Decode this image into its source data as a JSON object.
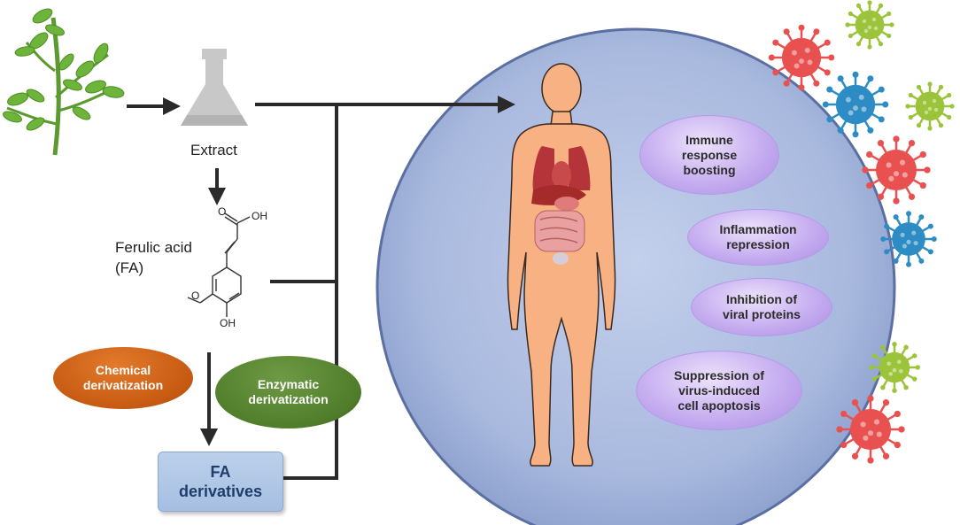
{
  "labels": {
    "extract": "Extract",
    "ferulic_acid": "Ferulic acid\n(FA)",
    "oh_top": "OH",
    "oh_bottom": "OH",
    "o_top": "O",
    "o_methoxy": "O",
    "chemical": "Chemical\nderivatization",
    "enzymatic": "Enzymatic\nderivatization",
    "fa_derivatives": "FA\nderivatives"
  },
  "effects": [
    "Immune\nresponse\nboosting",
    "Inflammation\nrepression",
    "Inhibition of\nviral proteins",
    "Suppression of\nvirus-induced\ncell apoptosis"
  ],
  "colors": {
    "arrow": "#2a2a2a",
    "body": "#f7b183",
    "circle": "#a8b8dc",
    "virus_red": "#e8514f",
    "virus_green": "#9cc43a",
    "virus_blue": "#2e8cc4",
    "plant": "#6cb43a"
  }
}
